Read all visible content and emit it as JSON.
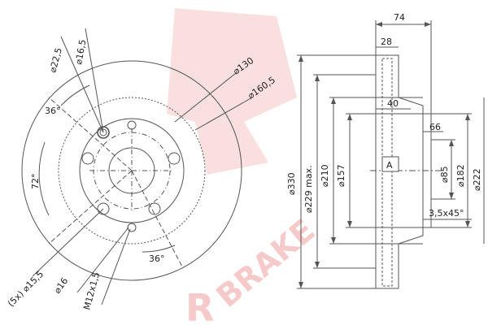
{
  "watermark": {
    "logo_letter": "R",
    "brand_text": "BRAKE",
    "logo_color": "#f2a0a0"
  },
  "front_view": {
    "labels": {
      "d_22_5": "⌀22,5",
      "d_16_5": "⌀16,5",
      "d_130": "⌀130",
      "d_160_5": "⌀160,5",
      "ang_36_top": "36°",
      "ang_72": "72°",
      "ang_36_bottom": "36°",
      "bolt_5x": "(5x) ⌀15,5",
      "d_16": "⌀16",
      "thread": "M12x1,5"
    }
  },
  "side_view": {
    "labels": {
      "w_74": "74",
      "w_28": "28",
      "w_40": "40",
      "w_66": "66",
      "d_330": "⌀330",
      "d_229": "⌀229 max.",
      "d_210": "⌀210",
      "d_157": "⌀157",
      "ref_a": "A",
      "d_85": "⌀85",
      "d_182": "⌀182",
      "d_222": "⌀222",
      "chamfer": "3,5x45°"
    }
  },
  "colors": {
    "line": "#555555",
    "text": "#222222"
  }
}
